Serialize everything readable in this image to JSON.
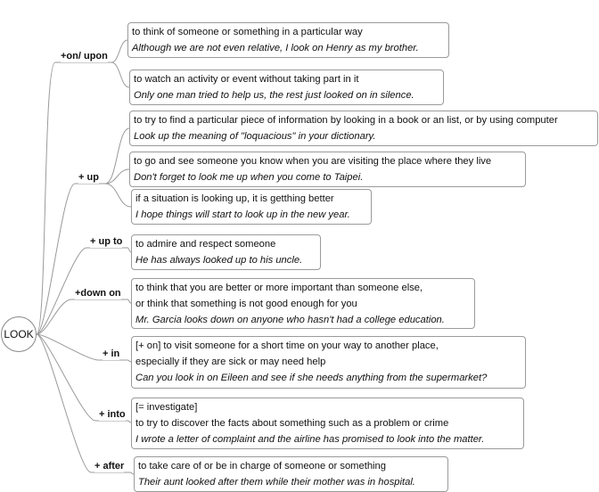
{
  "root": {
    "label": "LOOK"
  },
  "branches": [
    {
      "label": "+on/ upon",
      "senses": [
        {
          "lines": [
            "to think of someone or something in a particular way"
          ],
          "example": "Although we are not even relative, I look on Henry as my brother."
        },
        {
          "lines": [
            "to watch an activity or event without taking part in it"
          ],
          "example": "Only one man tried to help us, the rest just looked on in silence."
        }
      ]
    },
    {
      "label": "+ up",
      "senses": [
        {
          "lines": [
            "to try to find a particular piece of information by looking in a book or an list, or by using computer"
          ],
          "example": "Look up the meaning of \"loquacious\" in your dictionary."
        },
        {
          "lines": [
            "to go and see someone you know when you are visiting the place where they live"
          ],
          "example": "Don't forget to look me up when you come to Taipei."
        },
        {
          "lines": [
            "if a situation is looking up, it is getthing better"
          ],
          "example": "I hope things will start to look up in the new year."
        }
      ]
    },
    {
      "label": "+ up to",
      "senses": [
        {
          "lines": [
            "to admire and respect someone"
          ],
          "example": "He has always looked up to his uncle."
        }
      ]
    },
    {
      "label": "+down on",
      "senses": [
        {
          "lines": [
            "to think that you are better or more important than someone else,",
            "or think that something is not good enough for you"
          ],
          "example": "Mr. Garcia looks down on anyone who hasn't had a college education."
        }
      ]
    },
    {
      "label": "+ in",
      "senses": [
        {
          "lines": [
            "[+ on] to visit someone for a short time on your way to another place,",
            "especially if they are sick or may need help"
          ],
          "example": "Can you look in on Eileen and see if she needs anything from the supermarket?"
        }
      ]
    },
    {
      "label": "+ into",
      "senses": [
        {
          "lines": [
            "[= investigate]",
            "to try to discover the facts about something such as a problem or crime"
          ],
          "example": "I wrote a letter of complaint and the airline has promised to look into the matter."
        }
      ]
    },
    {
      "label": "+ after",
      "senses": [
        {
          "lines": [
            "to take care of or be in charge of someone or something"
          ],
          "example": "Their aunt looked after them while their mother was in hospital."
        }
      ]
    }
  ]
}
